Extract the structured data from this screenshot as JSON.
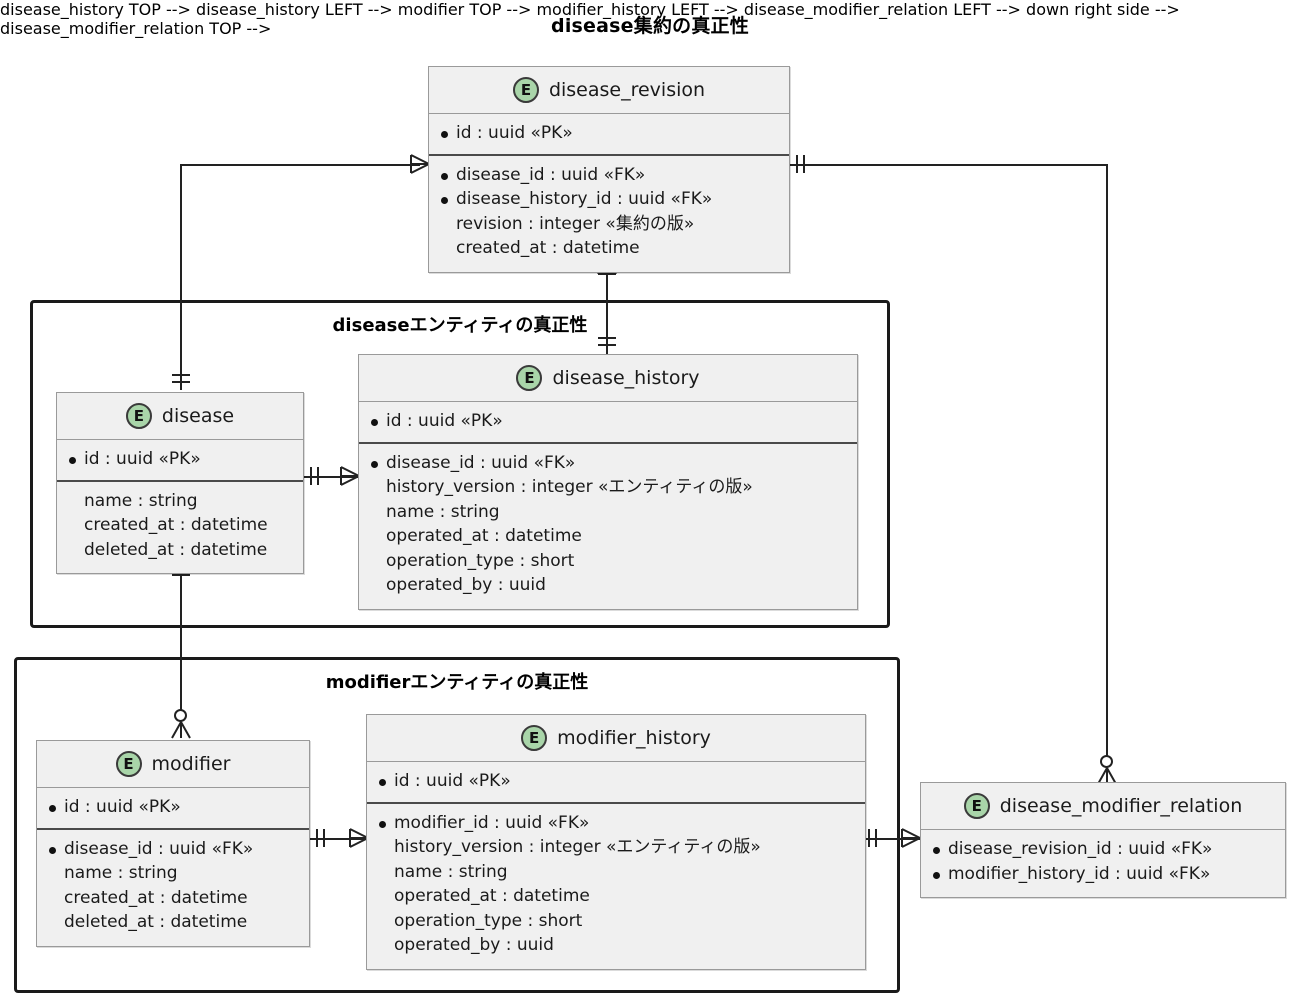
{
  "diagram": {
    "title": "disease集約の真正性",
    "type": "entity-relationship-diagram",
    "colors": {
      "entity_fill": "#f0f0f0",
      "entity_border": "#9a9a9a",
      "badge_fill": "#a9d5a9",
      "line": "#222222",
      "frame_border": "#1a1a1a",
      "text": "#1a1a1a"
    }
  },
  "frames": [
    {
      "id": "disease-entity-frame",
      "title": "diseaseエンティティの真正性"
    },
    {
      "id": "modifier-entity-frame",
      "title": "modifierエンティティの真正性"
    }
  ],
  "entities": {
    "disease_revision": {
      "badge": "E",
      "name": "disease_revision",
      "pk": [
        {
          "text": "id : uuid «PK»",
          "key": true
        }
      ],
      "attrs": [
        {
          "text": "disease_id : uuid «FK»",
          "key": true
        },
        {
          "text": "disease_history_id : uuid «FK»",
          "key": true
        },
        {
          "text": "revision : integer «集約の版»",
          "key": false
        },
        {
          "text": "created_at : datetime",
          "key": false
        }
      ]
    },
    "disease": {
      "badge": "E",
      "name": "disease",
      "pk": [
        {
          "text": "id : uuid «PK»",
          "key": true
        }
      ],
      "attrs": [
        {
          "text": "name : string",
          "key": false
        },
        {
          "text": "created_at : datetime",
          "key": false
        },
        {
          "text": "deleted_at : datetime",
          "key": false
        }
      ]
    },
    "disease_history": {
      "badge": "E",
      "name": "disease_history",
      "pk": [
        {
          "text": "id : uuid «PK»",
          "key": true
        }
      ],
      "attrs": [
        {
          "text": "disease_id : uuid «FK»",
          "key": true
        },
        {
          "text": "history_version : integer «エンティティの版»",
          "key": false
        },
        {
          "text": "name : string",
          "key": false
        },
        {
          "text": "operated_at : datetime",
          "key": false
        },
        {
          "text": "operation_type : short",
          "key": false
        },
        {
          "text": "operated_by : uuid",
          "key": false
        }
      ]
    },
    "modifier": {
      "badge": "E",
      "name": "modifier",
      "pk": [
        {
          "text": "id : uuid «PK»",
          "key": true
        }
      ],
      "attrs": [
        {
          "text": "disease_id : uuid «FK»",
          "key": true
        },
        {
          "text": "name : string",
          "key": false
        },
        {
          "text": "created_at : datetime",
          "key": false
        },
        {
          "text": "deleted_at : datetime",
          "key": false
        }
      ]
    },
    "modifier_history": {
      "badge": "E",
      "name": "modifier_history",
      "pk": [
        {
          "text": "id : uuid «PK»",
          "key": true
        }
      ],
      "attrs": [
        {
          "text": "modifier_id : uuid «FK»",
          "key": true
        },
        {
          "text": "history_version : integer «エンティティの版»",
          "key": false
        },
        {
          "text": "name : string",
          "key": false
        },
        {
          "text": "operated_at : datetime",
          "key": false
        },
        {
          "text": "operation_type : short",
          "key": false
        },
        {
          "text": "operated_by : uuid",
          "key": false
        }
      ]
    },
    "disease_modifier_relation": {
      "badge": "E",
      "name": "disease_modifier_relation",
      "pk": [],
      "attrs": [
        {
          "text": "disease_revision_id : uuid «FK»",
          "key": true
        },
        {
          "text": "modifier_history_id : uuid «FK»",
          "key": true
        }
      ]
    }
  },
  "relationships": [
    {
      "from": "disease",
      "to": "disease_revision",
      "from_card": "one",
      "to_card": "one-or-many"
    },
    {
      "from": "disease_history",
      "to": "disease_revision",
      "from_card": "one",
      "to_card": "one-or-many"
    },
    {
      "from": "disease",
      "to": "disease_history",
      "from_card": "one",
      "to_card": "one-or-many"
    },
    {
      "from": "disease",
      "to": "modifier",
      "from_card": "one",
      "to_card": "zero-or-many"
    },
    {
      "from": "modifier",
      "to": "modifier_history",
      "from_card": "one",
      "to_card": "one-or-many"
    },
    {
      "from": "modifier_history",
      "to": "disease_modifier_relation",
      "from_card": "one",
      "to_card": "one-or-many"
    },
    {
      "from": "disease_revision",
      "to": "disease_modifier_relation",
      "from_card": "one",
      "to_card": "zero-or-many"
    }
  ]
}
